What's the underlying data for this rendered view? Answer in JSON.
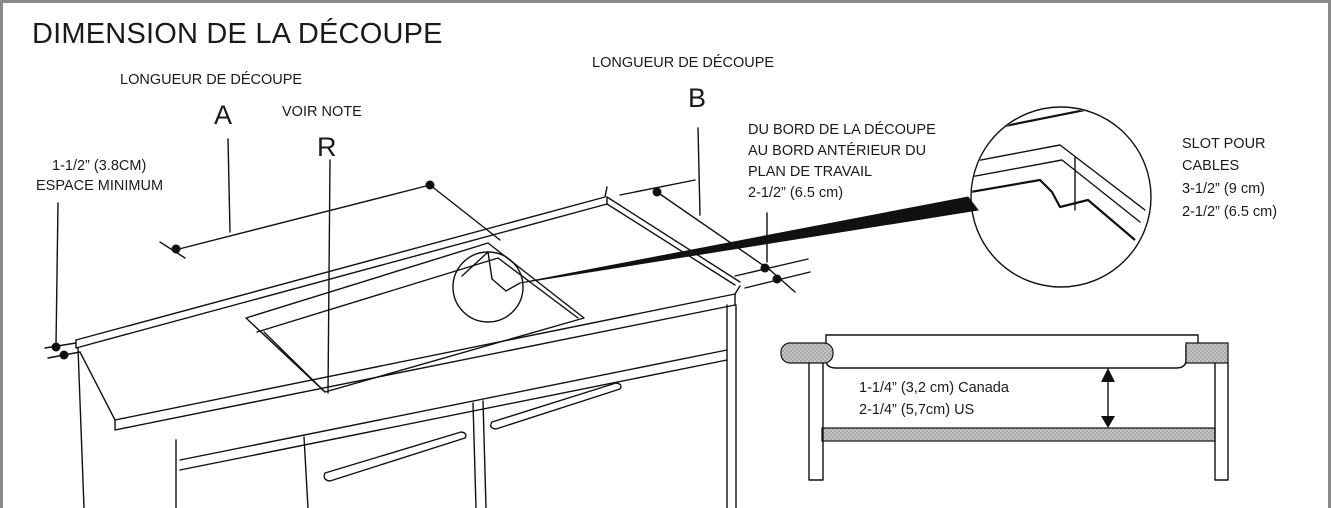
{
  "title": "DIMENSION DE LA DÉCOUPE",
  "labels": {
    "length_a": "LONGUEUR  DE DÉCOUPE",
    "letter_a": "A",
    "see_note": "VOIR NOTE",
    "letter_r": "R",
    "length_b": "LONGUEUR  DE DÉCOUPE",
    "letter_b": "B",
    "clearance_line1": "1-1/2” (3.8CM)",
    "clearance_line2": "ESPACE MINIMUM",
    "front_edge_line1": "DU BORD DE LA DÉCOUPE",
    "front_edge_line2": "AU BORD ANTÉRIEUR DU",
    "front_edge_line3": "PLAN DE TRAVAIL",
    "front_edge_line4": "2-1/2” (6.5 cm)",
    "slot_line1": "SLOT POUR",
    "slot_line2": "CABLES",
    "slot_line3": "3-1/2” (9 cm)",
    "slot_line4": "2-1/2” (6.5 cm)",
    "depth_line1": "1-1/4” (3,2 cm) Canada",
    "depth_line2": "2-1/4” (5,7cm) US"
  }
}
